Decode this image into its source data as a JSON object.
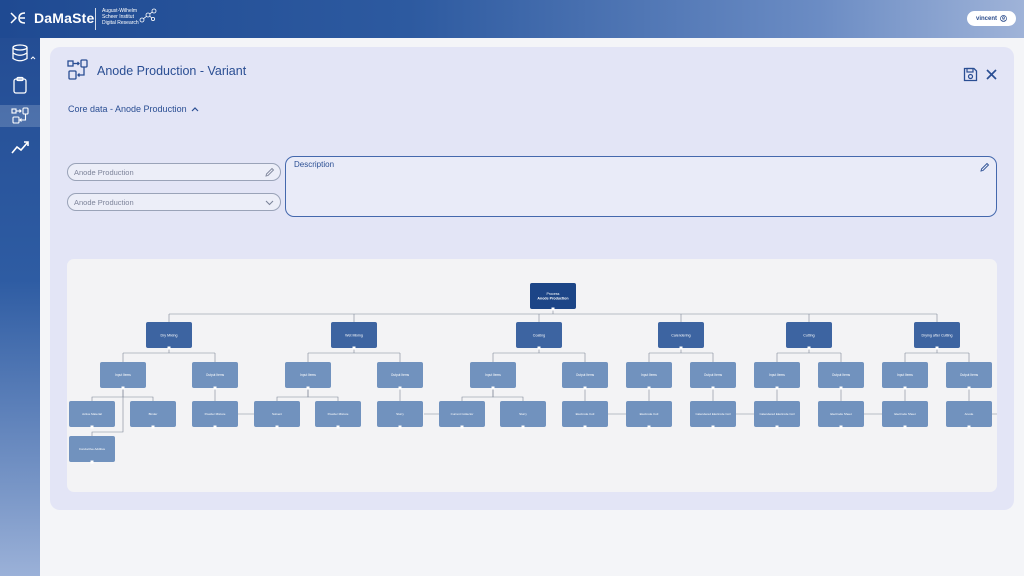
{
  "app": {
    "brand": "DaMaSte",
    "institute_lines": [
      "August-Wilhelm",
      "Scheer Institut",
      "Digital Research"
    ],
    "user": "vincent"
  },
  "sidebar": {
    "items": [
      {
        "name": "database",
        "icon": "database-icon"
      },
      {
        "name": "clipboard",
        "icon": "clipboard-icon"
      },
      {
        "name": "process",
        "icon": "process-flow-icon",
        "active": true
      },
      {
        "name": "analytics",
        "icon": "trend-chart-icon"
      }
    ]
  },
  "page": {
    "title": "Anode Production - Variant",
    "section_label": "Core data - Anode Production",
    "name_field_value": "Anode Production",
    "type_select_value": "Anode Production",
    "description_label": "Description"
  },
  "colors": {
    "primary": "#2a4e93",
    "node_dark": "#1c4587",
    "node_mid": "#3d64a1",
    "node_light": "#7192be",
    "panel_bg": "#e3e5f6"
  },
  "diagram": {
    "root": {
      "title": "Process",
      "subtitle": "Anode Production"
    },
    "steps": [
      "Dry Mixing",
      "Wet Mixing",
      "Coating",
      "Calendering",
      "Cutting",
      "Drying after Cutting"
    ],
    "input_label": "Input Items",
    "output_label": "Output Items",
    "items": [
      [
        "Active Material",
        "Binder",
        "Conductive Additive",
        "Powder Mixture"
      ],
      [
        "Solvent",
        "Powder Mixture",
        "Slurry"
      ],
      [
        "Current Collector",
        "Slurry",
        "Electrode Coil"
      ],
      [
        "Electrode Coil",
        "Calendered Electrode Coil"
      ],
      [
        "Calendered Electrode Coil",
        "Electrode Sheet"
      ],
      [
        "Electrode Sheet",
        "Anode"
      ]
    ]
  }
}
